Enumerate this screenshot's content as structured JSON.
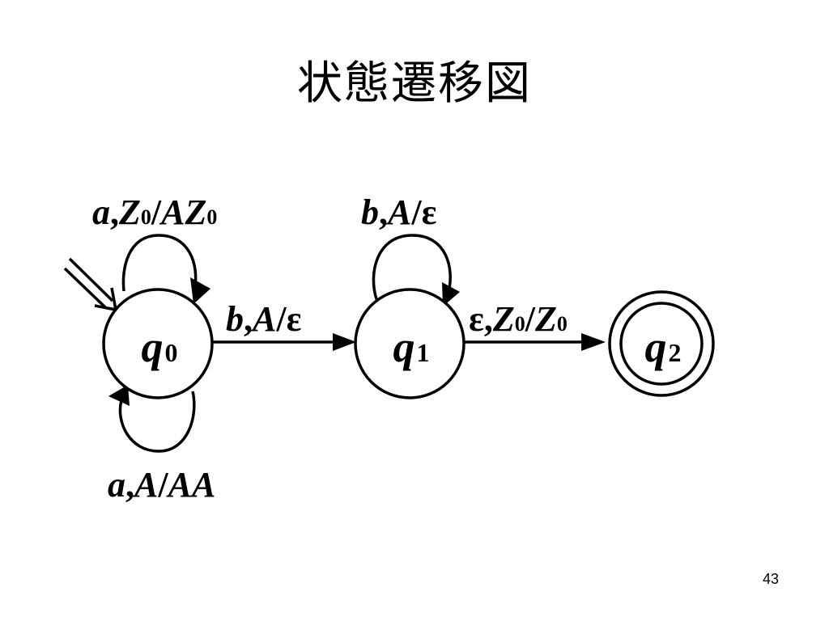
{
  "slide": {
    "title": "状態遷移図",
    "page_number": "43"
  },
  "states": [
    {
      "name": "q",
      "sub": "0"
    },
    {
      "name": "q",
      "sub": "1"
    },
    {
      "name": "q",
      "sub": "2"
    }
  ],
  "transitions": {
    "q0_loop_top": {
      "input": "a",
      "sep": ",",
      "pop": "Z",
      "pop_sub": "0",
      "slash": "/",
      "push": "AZ",
      "push_sub": "0"
    },
    "q0_loop_bottom": {
      "input": "a",
      "sep": ",",
      "pop": "A",
      "slash": "/",
      "push": "AA"
    },
    "q1_loop": {
      "input": "b",
      "sep": ",",
      "pop": "A",
      "slash": "/",
      "push": "ε"
    },
    "q0_to_q1": {
      "input": "b",
      "sep": ",",
      "pop": "A",
      "slash": "/",
      "push": "ε"
    },
    "q1_to_q2": {
      "input": "ε",
      "sep": ",",
      "pop": "Z",
      "pop_sub": "0",
      "slash": "/",
      "push": "Z",
      "push_sub": "0"
    }
  },
  "accepting_state": "q2",
  "start_state": "q0"
}
